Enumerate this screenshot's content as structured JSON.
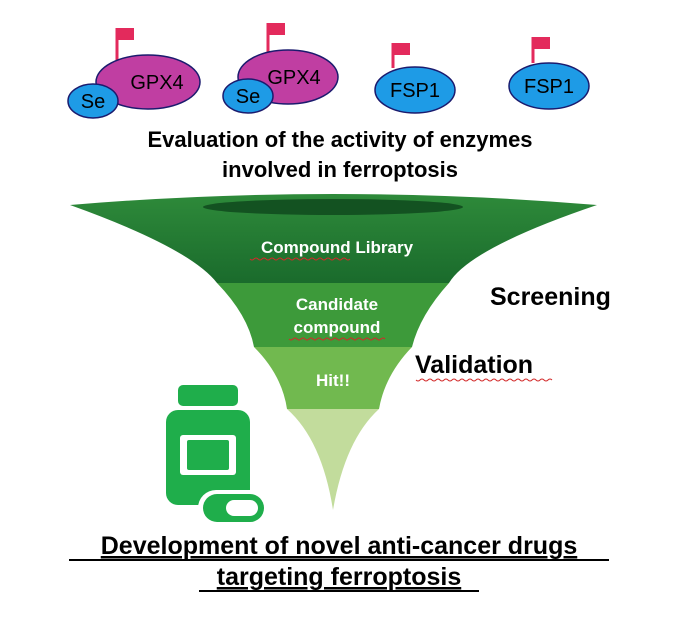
{
  "enzymes": [
    {
      "label": "GPX4",
      "cofactor": "Se",
      "color": "#c03ea2"
    },
    {
      "label": "GPX4",
      "cofactor": "Se",
      "color": "#c03ea2"
    },
    {
      "label": "FSP1",
      "color": "#1e9be6"
    },
    {
      "label": "FSP1",
      "color": "#1e9be6"
    }
  ],
  "evaluation_heading": {
    "line1": "Evaluation of the activity of enzymes",
    "line2": "involved in ferroptosis"
  },
  "funnel": {
    "levels": [
      {
        "label": "Compound Library",
        "color": "#1a6b2c"
      },
      {
        "label_line1": "Candidate",
        "label_line2": "compound",
        "color": "#3d9a3a"
      },
      {
        "label": "Hit!!",
        "color": "#71b94f"
      },
      {
        "color": "#c2dc9c"
      }
    ]
  },
  "stages": {
    "screening": "Screening",
    "validation": "Validation"
  },
  "drug_icon": {
    "color": "#1fae4b"
  },
  "flag_color": "#e32a5c",
  "footer": {
    "line1": "Development of novel anti-cancer drugs",
    "line2": "targeting ferroptosis"
  }
}
